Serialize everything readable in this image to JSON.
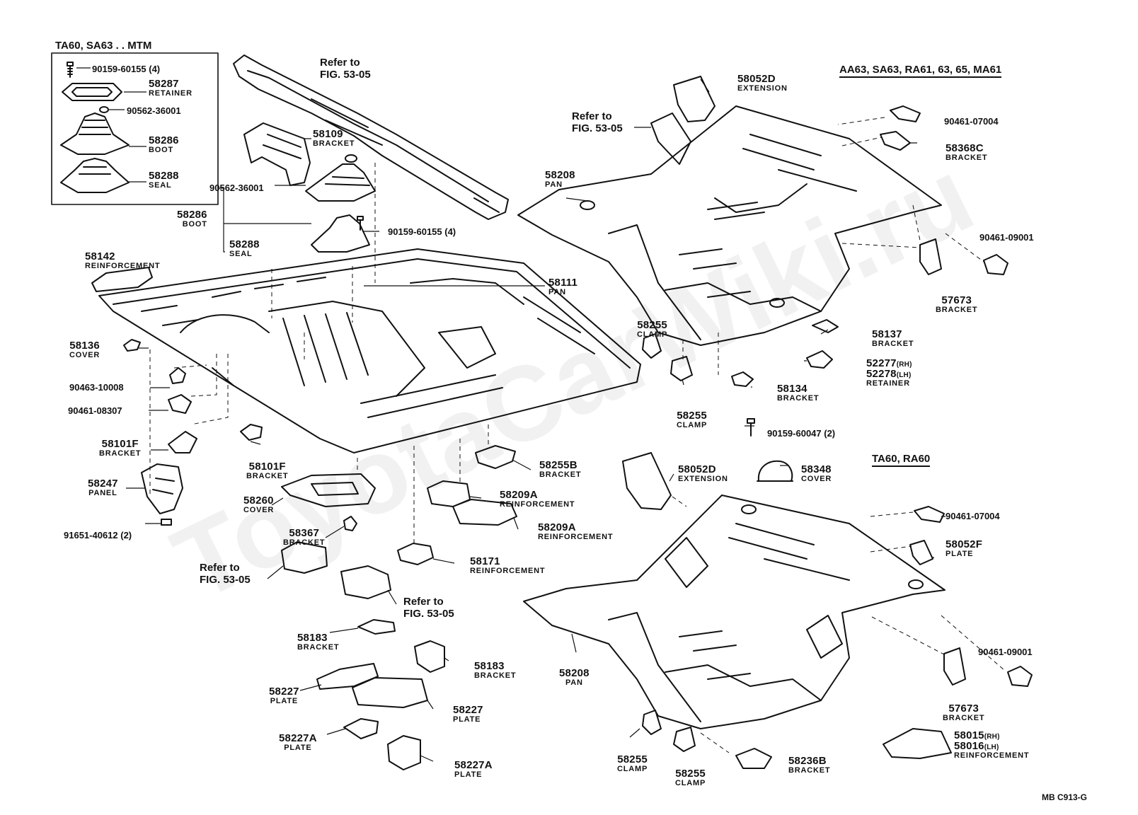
{
  "watermark": "ToyotaCarWiki.ru",
  "footer_code": "MB C913-G",
  "inset": {
    "title": "TA60, SA63 . . MTM",
    "parts": [
      {
        "number": "90159-60155 (4)",
        "name": ""
      },
      {
        "number": "58287",
        "name": "RETAINER"
      },
      {
        "number": "90562-36001",
        "name": ""
      },
      {
        "number": "58286",
        "name": "BOOT"
      },
      {
        "number": "58288",
        "name": "SEAL"
      }
    ]
  },
  "headers": {
    "top_right": "AA63, SA63, RA61, 63, 65, MA61",
    "bottom_right": "TA60, RA60"
  },
  "refer_to": "Refer to",
  "fig_ref": "FIG. 53-05",
  "left_group": [
    {
      "number": "58109",
      "name": "BRACKET"
    },
    {
      "number": "90562-36001",
      "name": ""
    },
    {
      "number": "58286",
      "name": "BOOT"
    },
    {
      "number": "58288",
      "name": "SEAL"
    },
    {
      "number": "90159-60155 (4)",
      "name": ""
    },
    {
      "number": "58142",
      "name": "REINFORCEMENT"
    },
    {
      "number": "58111",
      "name": "PAN"
    },
    {
      "number": "58136",
      "name": "COVER"
    },
    {
      "number": "90463-10008",
      "name": ""
    },
    {
      "number": "90461-08307",
      "name": ""
    },
    {
      "number": "58101F",
      "name": "BRACKET"
    },
    {
      "number": "58101F",
      "name": "BRACKET"
    },
    {
      "number": "58247",
      "name": "PANEL"
    },
    {
      "number": "91651-40612 (2)",
      "name": ""
    },
    {
      "number": "58260",
      "name": "COVER"
    },
    {
      "number": "58255B",
      "name": "BRACKET"
    },
    {
      "number": "58209A",
      "name": "REINFORCEMENT"
    },
    {
      "number": "58209A",
      "name": "REINFORCEMENT"
    },
    {
      "number": "58367",
      "name": "BRACKET"
    },
    {
      "number": "58171",
      "name": "REINFORCEMENT"
    },
    {
      "number": "58183",
      "name": "BRACKET"
    },
    {
      "number": "58183",
      "name": "BRACKET"
    },
    {
      "number": "58227",
      "name": "PLATE"
    },
    {
      "number": "58227",
      "name": "PLATE"
    },
    {
      "number": "58227A",
      "name": "PLATE"
    },
    {
      "number": "58227A",
      "name": "PLATE"
    }
  ],
  "upper_right_group": [
    {
      "number": "58052D",
      "name": "EXTENSION"
    },
    {
      "number": "90461-07004",
      "name": ""
    },
    {
      "number": "58368C",
      "name": "BRACKET"
    },
    {
      "number": "58208",
      "name": "PAN"
    },
    {
      "number": "90461-09001",
      "name": ""
    },
    {
      "number": "57673",
      "name": "BRACKET"
    },
    {
      "number": "58255",
      "name": "CLAMP"
    },
    {
      "number": "58137",
      "name": "BRACKET"
    },
    {
      "number": "52277",
      "suffix": "(RH)",
      "name": ""
    },
    {
      "number": "52278",
      "suffix": "(LH)",
      "name": "RETAINER"
    },
    {
      "number": "58134",
      "name": "BRACKET"
    },
    {
      "number": "58255",
      "name": "CLAMP"
    },
    {
      "number": "90159-60047 (2)",
      "name": ""
    }
  ],
  "lower_right_group": [
    {
      "number": "58052D",
      "name": "EXTENSION"
    },
    {
      "number": "58348",
      "name": "COVER"
    },
    {
      "number": "90461-07004",
      "name": ""
    },
    {
      "number": "58052F",
      "name": "PLATE"
    },
    {
      "number": "90461-09001",
      "name": ""
    },
    {
      "number": "57673",
      "name": "BRACKET"
    },
    {
      "number": "58015",
      "suffix": "(RH)",
      "name": ""
    },
    {
      "number": "58016",
      "suffix": "(LH)",
      "name": "REINFORCEMENT"
    },
    {
      "number": "58208",
      "name": "PAN"
    },
    {
      "number": "58255",
      "name": "CLAMP"
    },
    {
      "number": "58255",
      "name": "CLAMP"
    },
    {
      "number": "58236B",
      "name": "BRACKET"
    }
  ]
}
